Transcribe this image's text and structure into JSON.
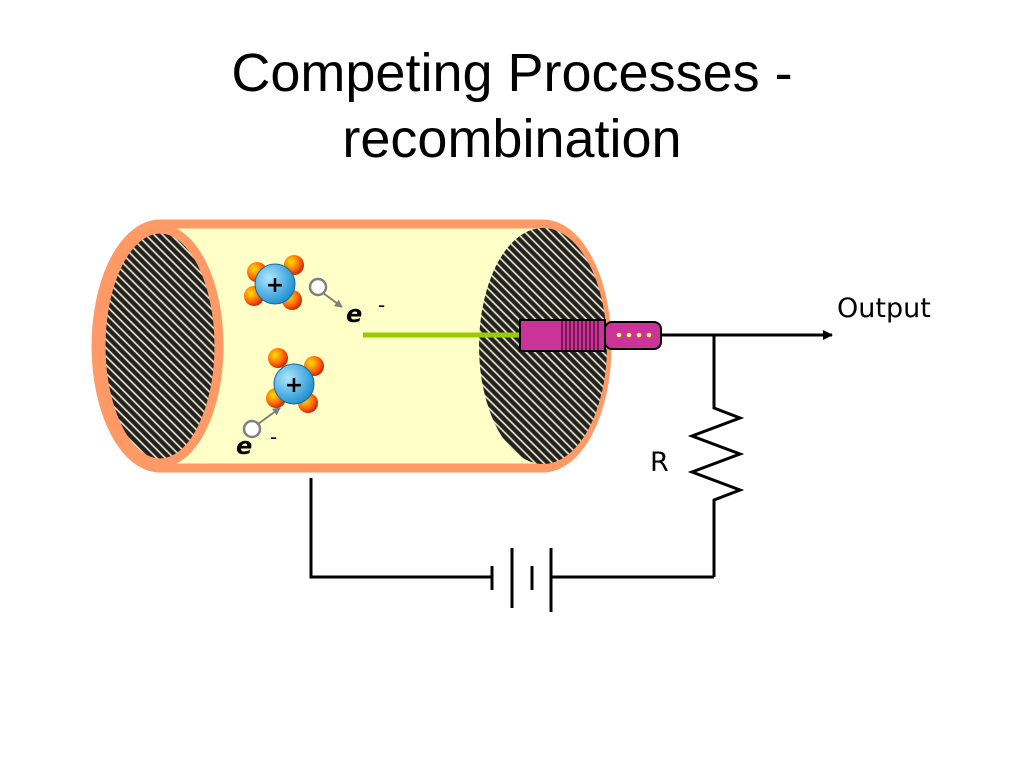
{
  "title": {
    "line1": "Competing Processes -",
    "line2": "recombination"
  },
  "diagram": {
    "ion_symbol": "+",
    "electron_symbol": "e",
    "electron_charge": "-",
    "output_label": "Output",
    "resistor_label": "R"
  },
  "colors": {
    "cylinder_fill": "#ffffc8",
    "cylinder_border": "#ff9a66",
    "ion_core": "#2aa6e0",
    "ion_ball": "#e03000",
    "anode_wire": "#99cc00",
    "connector": "#cc3399"
  }
}
